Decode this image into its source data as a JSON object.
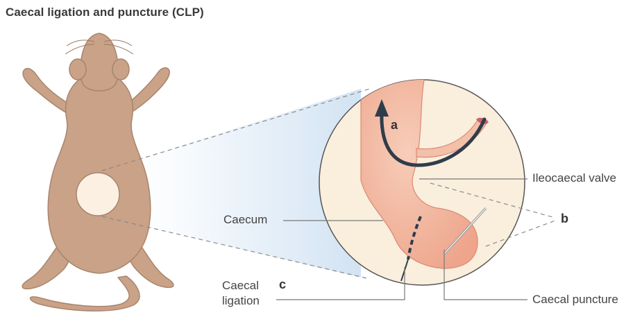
{
  "title": "Caecal ligation and puncture (CLP)",
  "labels": {
    "caecum": "Caecum",
    "ileocaecal_valve": "Ileocaecal valve",
    "caecal_ligation_line1": "Caecal",
    "caecal_ligation_line2": "ligation",
    "caecal_puncture": "Caecal puncture"
  },
  "letters": {
    "a": "a",
    "b": "b",
    "c": "c"
  },
  "colors": {
    "mouse_body": "#c9a287",
    "mouse_outline": "#a8856d",
    "circle_bg": "#faeedd",
    "tissue": "#f1b7a0",
    "tissue_dark": "#e89c86",
    "arrow": "#2f3d4a",
    "zoom_fill": "#dbe9f5",
    "leader": "#777777"
  }
}
